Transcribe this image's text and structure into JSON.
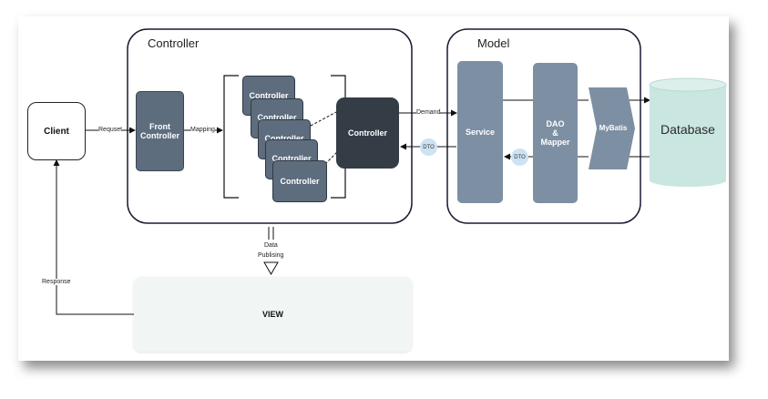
{
  "client": {
    "label": "Client"
  },
  "controller_group": {
    "title": "Controller",
    "front_controller": {
      "line1": "Front",
      "line2": "Controller"
    },
    "stacked_controllers": [
      "Controller",
      "Controller",
      "Controller",
      "Controller",
      "Controller"
    ],
    "main_controller": "Controller"
  },
  "model_group": {
    "title": "Model",
    "service": "Service",
    "dao_mapper": {
      "line1": "DAO",
      "line2": "&",
      "line3": "Mapper"
    },
    "mybatis": "MyBatis"
  },
  "database": {
    "label": "Database"
  },
  "view": {
    "label": "VIEW"
  },
  "edges": {
    "request": "Requset",
    "mapping": "Mapping",
    "demand": "Demand",
    "dto_left": "DTO",
    "dto_right": "DTO",
    "data_publishing_line1": "Data",
    "data_publishing_line2": "Publising",
    "response": "Response"
  },
  "colors": {
    "box_slate": "#5d6d7e",
    "box_dark": "#343d46",
    "box_light": "#7d8fa3",
    "database_fill": "#c9e6e0",
    "view_fill": "#f1f6f4",
    "dto_badge": "#cde2f2"
  }
}
